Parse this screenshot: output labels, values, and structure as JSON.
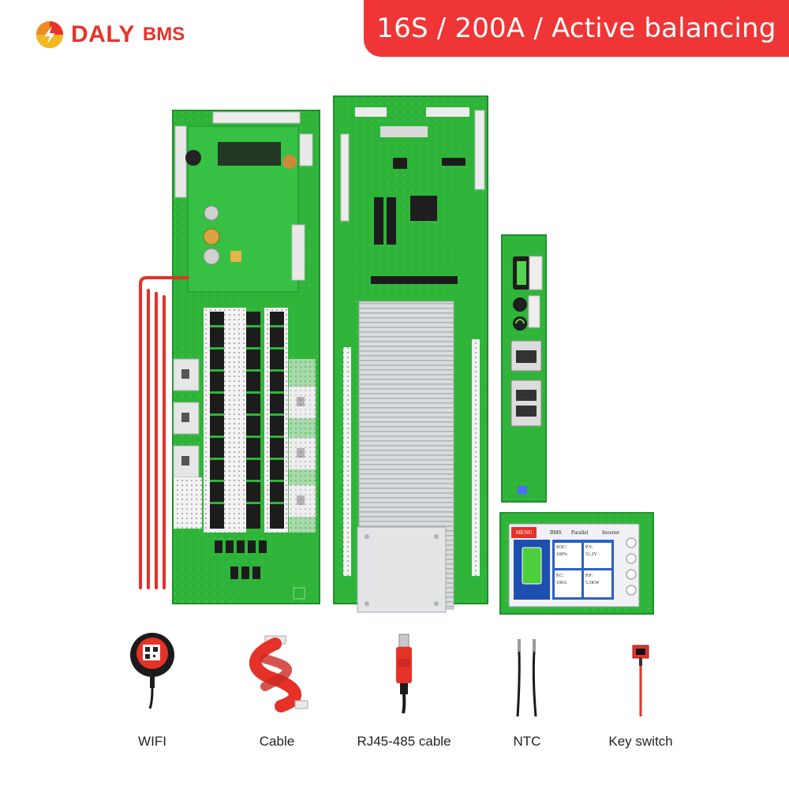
{
  "brand": {
    "name": "DALY",
    "suffix": "BMS"
  },
  "banner": {
    "text": "16S / 200A / Active balancing"
  },
  "display_panel": {
    "tabs": [
      "MENU",
      "BMS",
      "Parallel",
      "Inverter"
    ],
    "cells": [
      {
        "label": "SOC:",
        "value": "100%"
      },
      {
        "label": "P.V:",
        "value": "51.2V"
      },
      {
        "label": "P.C:",
        "value": "100A"
      },
      {
        "label": "P.P:",
        "value": "5.1KW"
      }
    ]
  },
  "accessories": [
    {
      "label": "WIFI",
      "icon": "wifi-module-icon"
    },
    {
      "label": "Cable",
      "icon": "ribbon-cable-icon"
    },
    {
      "label": "RJ45-485 cable",
      "icon": "usb-cable-icon"
    },
    {
      "label": "NTC",
      "icon": "ntc-sensor-icon"
    },
    {
      "label": "Key switch",
      "icon": "key-switch-icon"
    }
  ],
  "colors": {
    "accent": "#ef3535",
    "pcb_green": "#2fb43a",
    "heatsink": "#cfd3d6"
  }
}
